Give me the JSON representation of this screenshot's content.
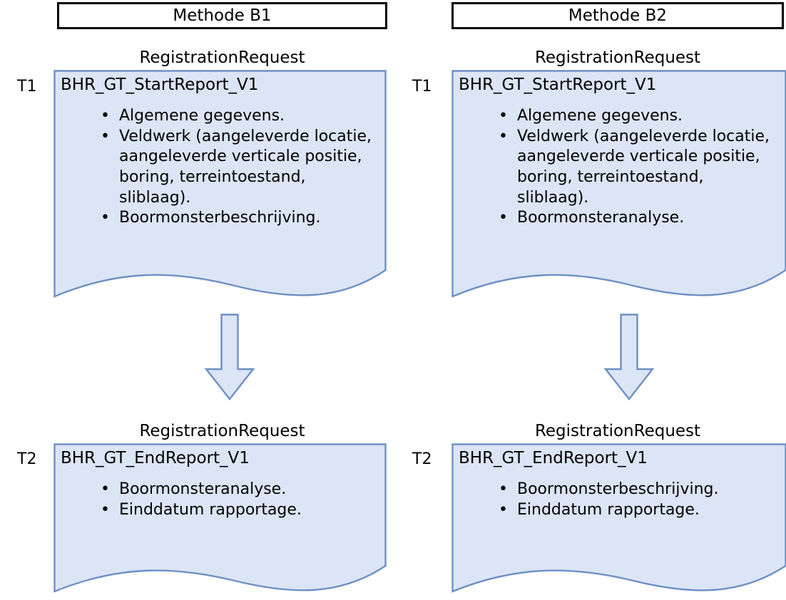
{
  "theme": {
    "doc_fill": "#dbe5f5",
    "doc_stroke": "#6f90c4",
    "header_stroke": "#000000",
    "arrow_fill": "#dbe5f5",
    "arrow_stroke": "#6f90c4",
    "text_color": "#000000",
    "page_background": "#ffffff"
  },
  "columns": [
    {
      "id": "b1",
      "header": "Methode B1",
      "steps": [
        {
          "time_label": "T1",
          "caption": "RegistrationRequest",
          "title": "BHR_GT_StartReport_V1",
          "items": [
            "Algemene gegevens.",
            "Veldwerk (aangeleverde locatie, aangeleverde verticale positie, boring, terreintoestand, sliblaag).",
            "Boormonsterbeschrijving."
          ]
        },
        {
          "time_label": "T2",
          "caption": "RegistrationRequest",
          "title": "BHR_GT_EndReport_V1",
          "items": [
            "Boormonsteranalyse.",
            "Einddatum rapportage."
          ]
        }
      ]
    },
    {
      "id": "b2",
      "header": "Methode B2",
      "steps": [
        {
          "time_label": "T1",
          "caption": "RegistrationRequest",
          "title": "BHR_GT_StartReport_V1",
          "items": [
            "Algemene gegevens.",
            "Veldwerk (aangeleverde locatie, aangeleverde verticale positie, boring, terreintoestand, sliblaag).",
            "Boormonsteranalyse."
          ]
        },
        {
          "time_label": "T2",
          "caption": "RegistrationRequest",
          "title": "BHR_GT_EndReport_V1",
          "items": [
            "Boormonsterbeschrijving.",
            "Einddatum rapportage."
          ]
        }
      ]
    }
  ],
  "arrows": [
    {
      "id": "arrow-b1",
      "direction": "down",
      "from": "b1-t1",
      "to": "b1-t2"
    },
    {
      "id": "arrow-b2",
      "direction": "down",
      "from": "b2-t1",
      "to": "b2-t2"
    }
  ]
}
